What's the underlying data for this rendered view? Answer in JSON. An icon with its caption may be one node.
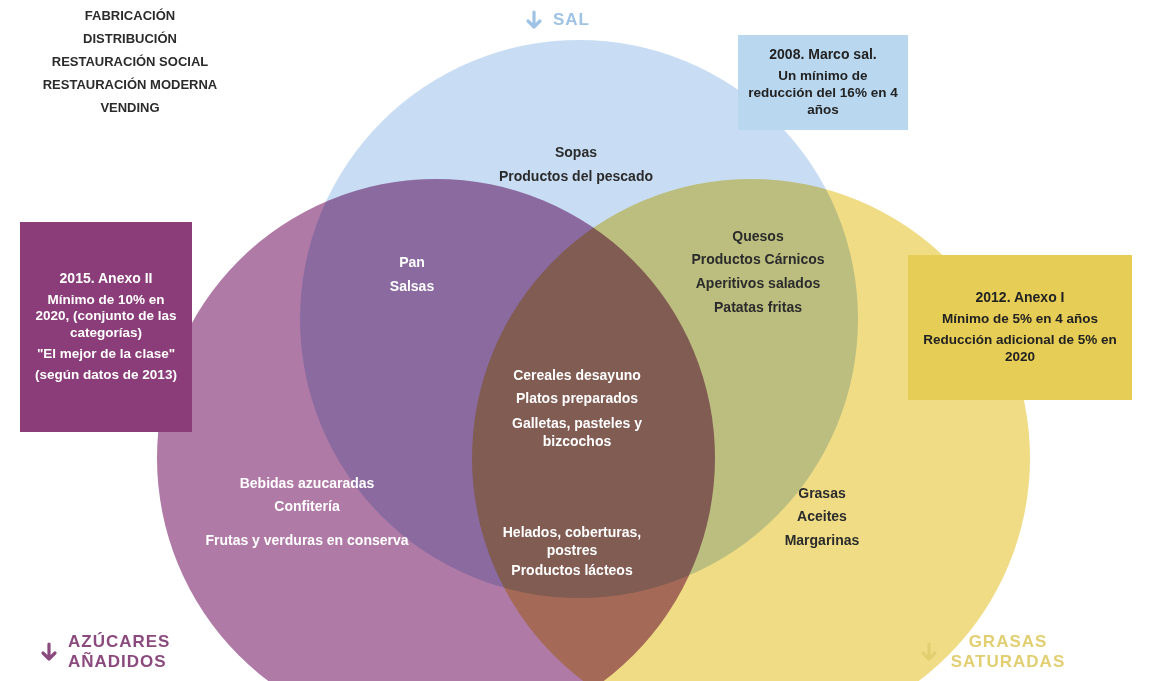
{
  "diagram": {
    "nodes": [
      {
        "text": [
          "SAL"
        ]
      },
      {
        "text": [
          "AZÚCARES AÑADIDOS"
        ]
      },
      {
        "text": [
          "GRASAS SATURADAS"
        ]
      },
      {
        "text": [
          "2008. Marco sal.",
          "Un mínimo de reducción del 16% en 4 años"
        ]
      },
      {
        "text": [
          "2015. Anexo II",
          "Mínimo de 10% en 2020, (conjunto de las categorías)",
          "\"El mejor de la clase\"",
          "(según datos de 2013)"
        ]
      },
      {
        "text": [
          "2012. Anexo I",
          "Mínimo de 5% en 4 años",
          "Reducción adicional de 5% en 2020"
        ]
      }
    ],
    "edges": [],
    "labels": [
      "FABRICACIÓN",
      "DISTRIBUCIÓN",
      "RESTAURACIÓN SOCIAL",
      "RESTAURACIÓN MODERNA",
      "VENDING",
      "Sopas",
      "Productos del pescado",
      "Pan",
      "Salsas",
      "Quesos",
      "Productos Cárnicos",
      "Aperitivos salados",
      "Patatas fritas",
      "Cereales desayuno",
      "Platos preparados",
      "Galletas, pasteles y bizcochos",
      "Bebidas azucaradas",
      "Confitería",
      "Frutas y verduras en conserva",
      "Helados, coberturas, postres",
      "Productos lácteos",
      "Grasas",
      "Aceites",
      "Margarinas"
    ]
  }
}
